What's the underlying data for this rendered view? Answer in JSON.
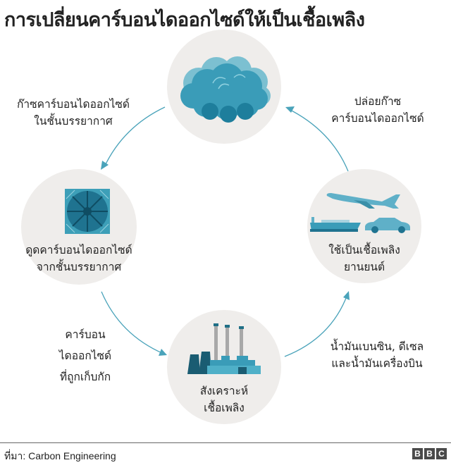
{
  "title": "การเปลี่ยนคาร์บอนไดออกไซด์ให้เป็นเชื้อเพลิง",
  "nodes": {
    "atmosphere": {
      "icon": "cloud-icon"
    },
    "capture": {
      "icon": "fan-icon",
      "line1": "ดูดคาร์บอนไดออกไซด์",
      "line2": "จากชั้นบรรยากาศ"
    },
    "synthesis": {
      "icon": "factory-icon",
      "line1": "สังเคราะห์",
      "line2": "เชื้อเพลิง"
    },
    "usage": {
      "icons": [
        "airplane-icon",
        "ship-icon",
        "car-icon"
      ],
      "line1": "ใช้เป็นเชื้อเพลิง",
      "line2": "ยานยนต์"
    }
  },
  "edges": {
    "atmosphere_to_capture": {
      "line1": "ก๊าซคาร์บอนไดออกไซด์",
      "line2": "ในชั้นบรรยากาศ"
    },
    "capture_to_synthesis": {
      "line1": "คาร์บอน",
      "line2": "ไดออกไซด์",
      "line3": "ที่ถูกเก็บกัก"
    },
    "synthesis_to_usage": {
      "line1": "น้ำมันเบนซิน, ดีเซล",
      "line2": "และน้ำมันเครื่องบิน"
    },
    "usage_to_atmosphere": {
      "line1": "ปล่อยก๊าซ",
      "line2": "คาร์บอนไดออกไซด์"
    }
  },
  "footer": {
    "source": "ที่มา: Carbon Engineering",
    "logo": [
      "B",
      "B",
      "C"
    ]
  },
  "colors": {
    "accent": "#4aa3ba",
    "dark_teal": "#1f6f86",
    "circle_bg": "#efedeb",
    "text": "#222222"
  }
}
